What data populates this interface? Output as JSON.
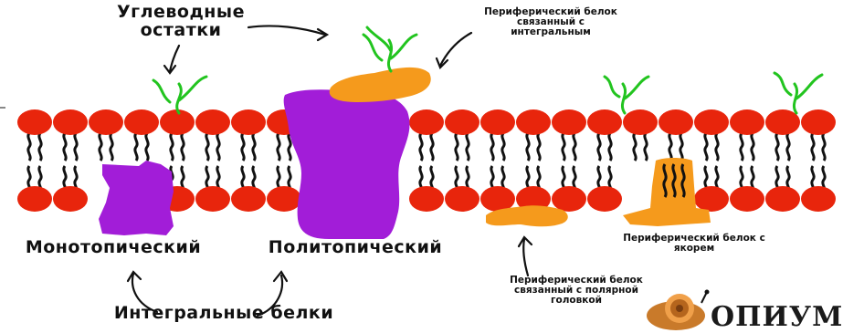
{
  "labels": {
    "carbohydrates": "Углеводные\nостатки",
    "peripheral_bound_integral": "Периферический белок\nсвязанный с\nинтегральным",
    "monotopic": "Монотопический",
    "polytopic": "Политопический",
    "integral": "Интегральные белки",
    "peripheral_anchor": "Периферический белок с\nякорем",
    "peripheral_polar": "Периферический белок\nсвязанный с полярной\nголовкой"
  },
  "logo": {
    "text": "ОПИУМ",
    "icon": "snail-icon"
  },
  "colors": {
    "lipid_head": "#e8250c",
    "integral_protein": "#a21dd8",
    "peripheral_protein": "#f59a1c",
    "carbohydrate": "#22c41f",
    "outline": "#111111"
  }
}
